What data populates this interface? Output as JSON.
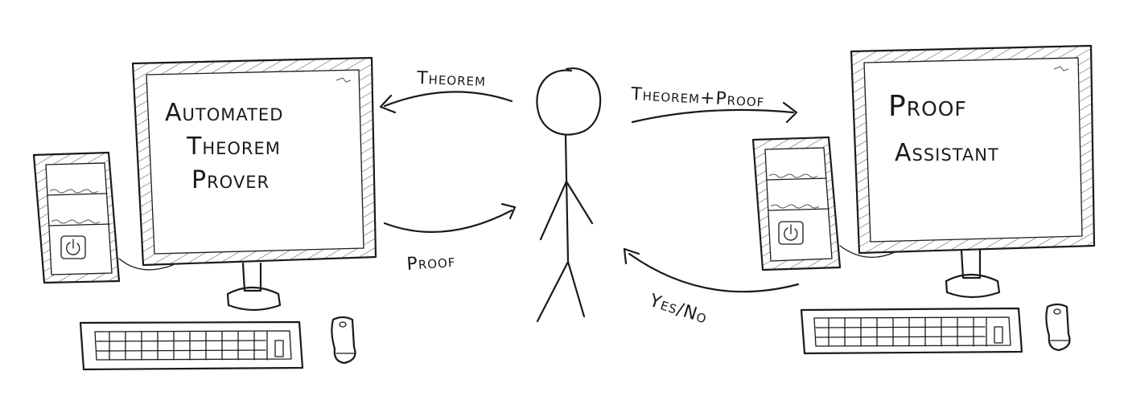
{
  "diagram": {
    "left_computer": {
      "screen_lines": [
        "Automated",
        "Theorem",
        "Prover"
      ]
    },
    "right_computer": {
      "screen_lines": [
        "Proof",
        "Assistant"
      ]
    },
    "arrows": {
      "theorem_to_prover": "Theorem",
      "proof_from_prover": "Proof",
      "theorem_proof_to_assistant": "Theorem+Proof",
      "yes_no_from_assistant": "Yes/No"
    }
  }
}
